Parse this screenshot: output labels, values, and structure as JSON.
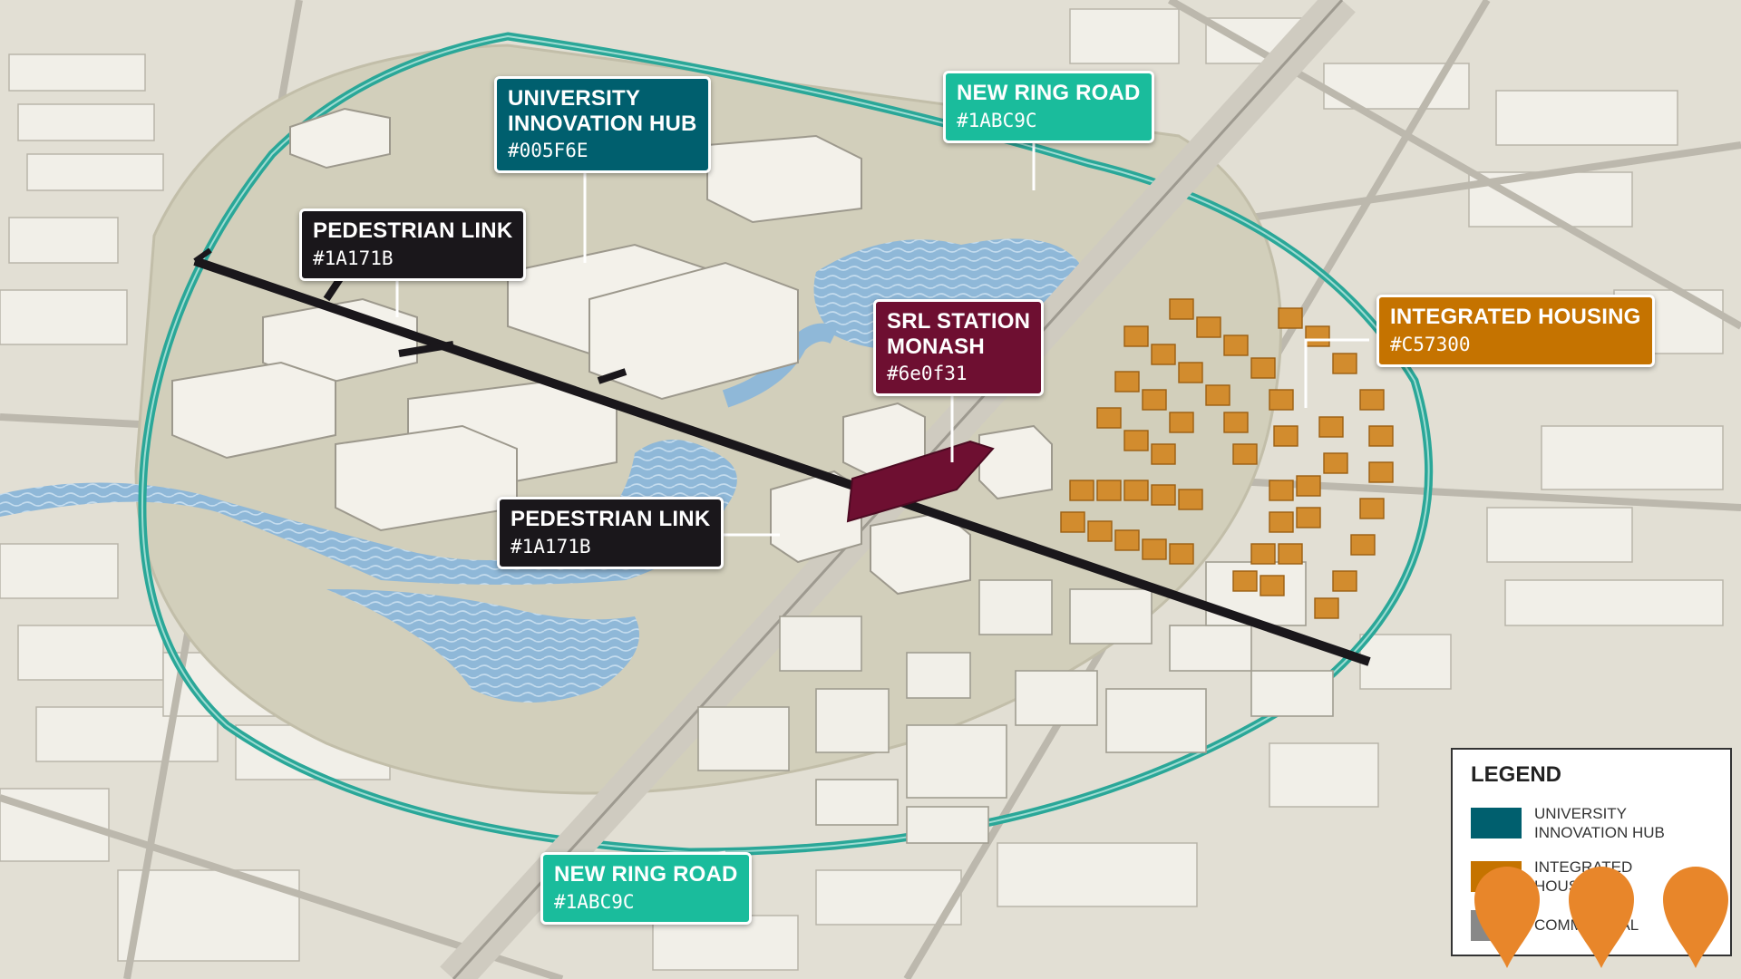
{
  "labels": {
    "innovation_hub": {
      "title_line1": "UNIVERSITY",
      "title_line2": "INNOVATION HUB",
      "code": "#005F6E",
      "color": "#005F6E"
    },
    "ring_road_top": {
      "title": "NEW RING ROAD",
      "code": "#1ABC9C",
      "color": "#1ABC9C"
    },
    "ring_road_bottom": {
      "title": "NEW RING ROAD",
      "code": "#1ABC9C",
      "color": "#1ABC9C"
    },
    "pedestrian_link_top": {
      "title": "PEDESTRIAN LINK",
      "code": "#1A171B",
      "color": "#1A171B"
    },
    "pedestrian_link_mid": {
      "title": "PEDESTRIAN LINK",
      "code": "#1A171B",
      "color": "#1A171B"
    },
    "srl_station": {
      "title_line1": "SRL STATION",
      "title_line2": "MONASH",
      "code": "#6e0f31",
      "color": "#6e0f31"
    },
    "integrated_housing": {
      "title": "INTEGRATED HOUSING",
      "code": "#C57300",
      "color": "#C57300"
    }
  },
  "legend": {
    "title": "LEGEND",
    "items": [
      {
        "label": "UNIVERSITY INNOVATION HUB",
        "color": "#005F6E"
      },
      {
        "label": "INTEGRATED HOUSING",
        "color": "#C57300"
      },
      {
        "label": "COMMERCIAL",
        "color": "#888888"
      }
    ]
  },
  "map_pins": {
    "count": 3,
    "color": "#E8862A",
    "icon": "map-pin-icon"
  }
}
